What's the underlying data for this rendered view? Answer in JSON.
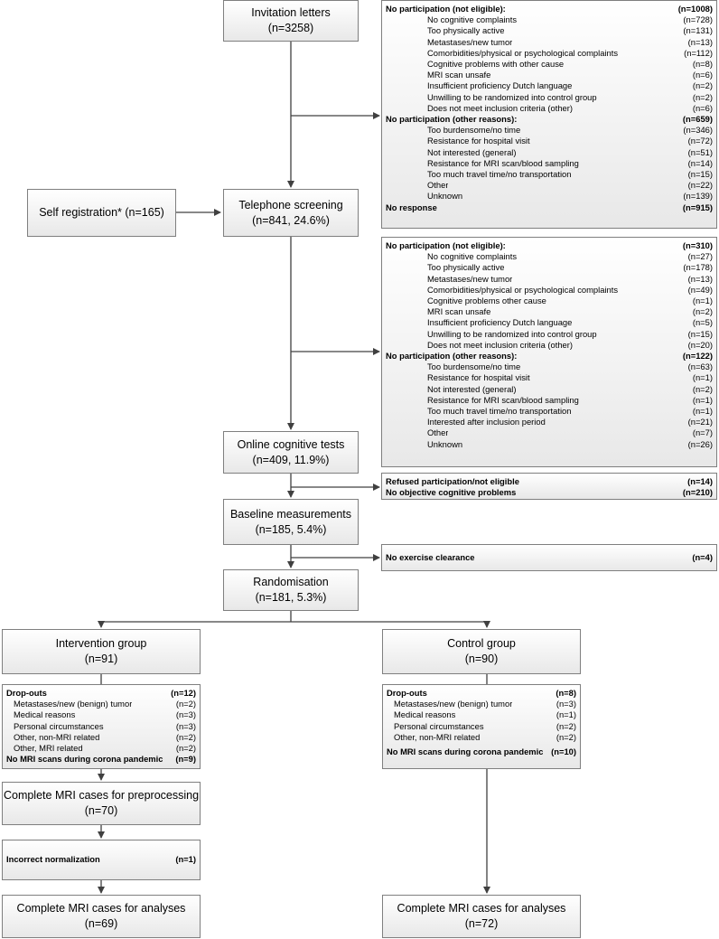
{
  "nodes": {
    "invitation": {
      "title": "Invitation letters",
      "count": "(n=3258)"
    },
    "self_reg": {
      "title": "Self registration* (n=165)"
    },
    "telephone": {
      "title": "Telephone screening",
      "count": "(n=841, 24.6%)"
    },
    "online": {
      "title": "Online cognitive tests",
      "count": "(n=409, 11.9%)"
    },
    "baseline": {
      "title": "Baseline measurements",
      "count": "(n=185, 5.4%)"
    },
    "random": {
      "title": "Randomisation",
      "count": "(n=181, 5.3%)"
    },
    "intervention": {
      "title": "Intervention group",
      "count": "(n=91)"
    },
    "control": {
      "title": "Control group",
      "count": "(n=90)"
    },
    "int_preproc": {
      "title": "Complete MRI cases for preprocessing",
      "count": "(n=70)"
    },
    "int_analysis": {
      "title": "Complete MRI cases for analyses",
      "count": "(n=69)"
    },
    "ctrl_analysis": {
      "title": "Complete MRI cases for analyses",
      "count": "(n=72)"
    }
  },
  "side_boxes": {
    "invitation_excl": [
      {
        "label": "No participation (not eligible):",
        "count": "(n=1008)",
        "kind": "head"
      },
      {
        "label": "No cognitive complaints",
        "count": "(n=728)",
        "kind": "sub"
      },
      {
        "label": "Too physically active",
        "count": "(n=131)",
        "kind": "sub"
      },
      {
        "label": "Metastases/new tumor",
        "count": "(n=13)",
        "kind": "sub"
      },
      {
        "label": "Comorbidities/physical or psychological complaints",
        "count": "(n=112)",
        "kind": "sub"
      },
      {
        "label": "Cognitive problems with other cause",
        "count": "(n=8)",
        "kind": "sub"
      },
      {
        "label": "MRI scan unsafe",
        "count": "(n=6)",
        "kind": "sub"
      },
      {
        "label": "Insufficient proficiency Dutch language",
        "count": "(n=2)",
        "kind": "sub"
      },
      {
        "label": "Unwilling to be randomized into control group",
        "count": "(n=2)",
        "kind": "sub"
      },
      {
        "label": "Does not meet inclusion criteria (other)",
        "count": "(n=6)",
        "kind": "sub"
      },
      {
        "label": "No participation (other reasons):",
        "count": "(n=659)",
        "kind": "head"
      },
      {
        "label": "Too burdensome/no time",
        "count": "(n=346)",
        "kind": "sub"
      },
      {
        "label": "Resistance for hospital visit",
        "count": "(n=72)",
        "kind": "sub"
      },
      {
        "label": "Not interested (general)",
        "count": "(n=51)",
        "kind": "sub"
      },
      {
        "label": "Resistance for MRI scan/blood sampling",
        "count": "(n=14)",
        "kind": "sub"
      },
      {
        "label": "Too much travel time/no transportation",
        "count": "(n=15)",
        "kind": "sub"
      },
      {
        "label": "Other",
        "count": "(n=22)",
        "kind": "sub"
      },
      {
        "label": "Unknown",
        "count": "(n=139)",
        "kind": "sub"
      },
      {
        "label": "No response",
        "count": "(n=915)",
        "kind": "head"
      }
    ],
    "telephone_excl": [
      {
        "label": "No participation (not eligible):",
        "count": "(n=310)",
        "kind": "head"
      },
      {
        "label": "No cognitive complaints",
        "count": "(n=27)",
        "kind": "sub"
      },
      {
        "label": "Too physically active",
        "count": "(n=178)",
        "kind": "sub"
      },
      {
        "label": "Metastases/new tumor",
        "count": "(n=13)",
        "kind": "sub"
      },
      {
        "label": "Comorbidities/physical or psychological complaints",
        "count": "(n=49)",
        "kind": "sub"
      },
      {
        "label": "Cognitive problems other cause",
        "count": "(n=1)",
        "kind": "sub"
      },
      {
        "label": "MRI scan unsafe",
        "count": "(n=2)",
        "kind": "sub"
      },
      {
        "label": "Insufficient proficiency Dutch language",
        "count": "(n=5)",
        "kind": "sub"
      },
      {
        "label": "Unwilling to be randomized into control group",
        "count": "(n=15)",
        "kind": "sub"
      },
      {
        "label": "Does not meet inclusion criteria (other)",
        "count": "(n=20)",
        "kind": "sub"
      },
      {
        "label": "No participation (other reasons):",
        "count": "(n=122)",
        "kind": "head"
      },
      {
        "label": "Too burdensome/no time",
        "count": "(n=63)",
        "kind": "sub"
      },
      {
        "label": "Resistance for hospital visit",
        "count": "(n=1)",
        "kind": "sub"
      },
      {
        "label": "Not interested (general)",
        "count": "(n=2)",
        "kind": "sub"
      },
      {
        "label": "Resistance for MRI scan/blood sampling",
        "count": "(n=1)",
        "kind": "sub"
      },
      {
        "label": "Too much travel time/no transportation",
        "count": "(n=1)",
        "kind": "sub"
      },
      {
        "label": "Interested after inclusion period",
        "count": "(n=21)",
        "kind": "sub"
      },
      {
        "label": "Other",
        "count": "(n=7)",
        "kind": "sub"
      },
      {
        "label": "Unknown",
        "count": "(n=26)",
        "kind": "sub"
      }
    ],
    "online_excl": [
      {
        "label": "Refused participation/not eligible",
        "count": "(n=14)",
        "kind": "head"
      },
      {
        "label": "No objective cognitive problems",
        "count": "(n=210)",
        "kind": "head"
      }
    ],
    "baseline_excl": [
      {
        "label": "No exercise clearance",
        "count": "(n=4)",
        "kind": "head"
      }
    ],
    "int_dropouts": [
      {
        "label": "Drop-outs",
        "count": "(n=12)",
        "kind": "head"
      },
      {
        "label": "Metastases/new (benign) tumor",
        "count": "(n=2)",
        "kind": "sub2"
      },
      {
        "label": "Medical reasons",
        "count": "(n=3)",
        "kind": "sub2"
      },
      {
        "label": "Personal circumstances",
        "count": "(n=3)",
        "kind": "sub2"
      },
      {
        "label": "Other, non-MRI related",
        "count": "(n=2)",
        "kind": "sub2"
      },
      {
        "label": "Other, MRI related",
        "count": "(n=2)",
        "kind": "sub2"
      },
      {
        "label": "No MRI scans during corona pandemic",
        "count": "(n=9)",
        "kind": "head"
      }
    ],
    "ctrl_dropouts": [
      {
        "label": "Drop-outs",
        "count": "(n=8)",
        "kind": "head"
      },
      {
        "label": "Metastases/new (benign) tumor",
        "count": "(n=3)",
        "kind": "sub2"
      },
      {
        "label": "Medical reasons",
        "count": "(n=1)",
        "kind": "sub2"
      },
      {
        "label": "Personal circumstances",
        "count": "(n=2)",
        "kind": "sub2"
      },
      {
        "label": "Other, non-MRI related",
        "count": "(n=2)",
        "kind": "sub2"
      },
      {
        "label": "",
        "count": "",
        "kind": "sub2"
      },
      {
        "label": "No MRI scans during corona pandemic",
        "count": "(n=10)",
        "kind": "head sp"
      }
    ],
    "int_norm": [
      {
        "label": "Incorrect normalization",
        "count": "(n=1)",
        "kind": "head"
      }
    ]
  }
}
